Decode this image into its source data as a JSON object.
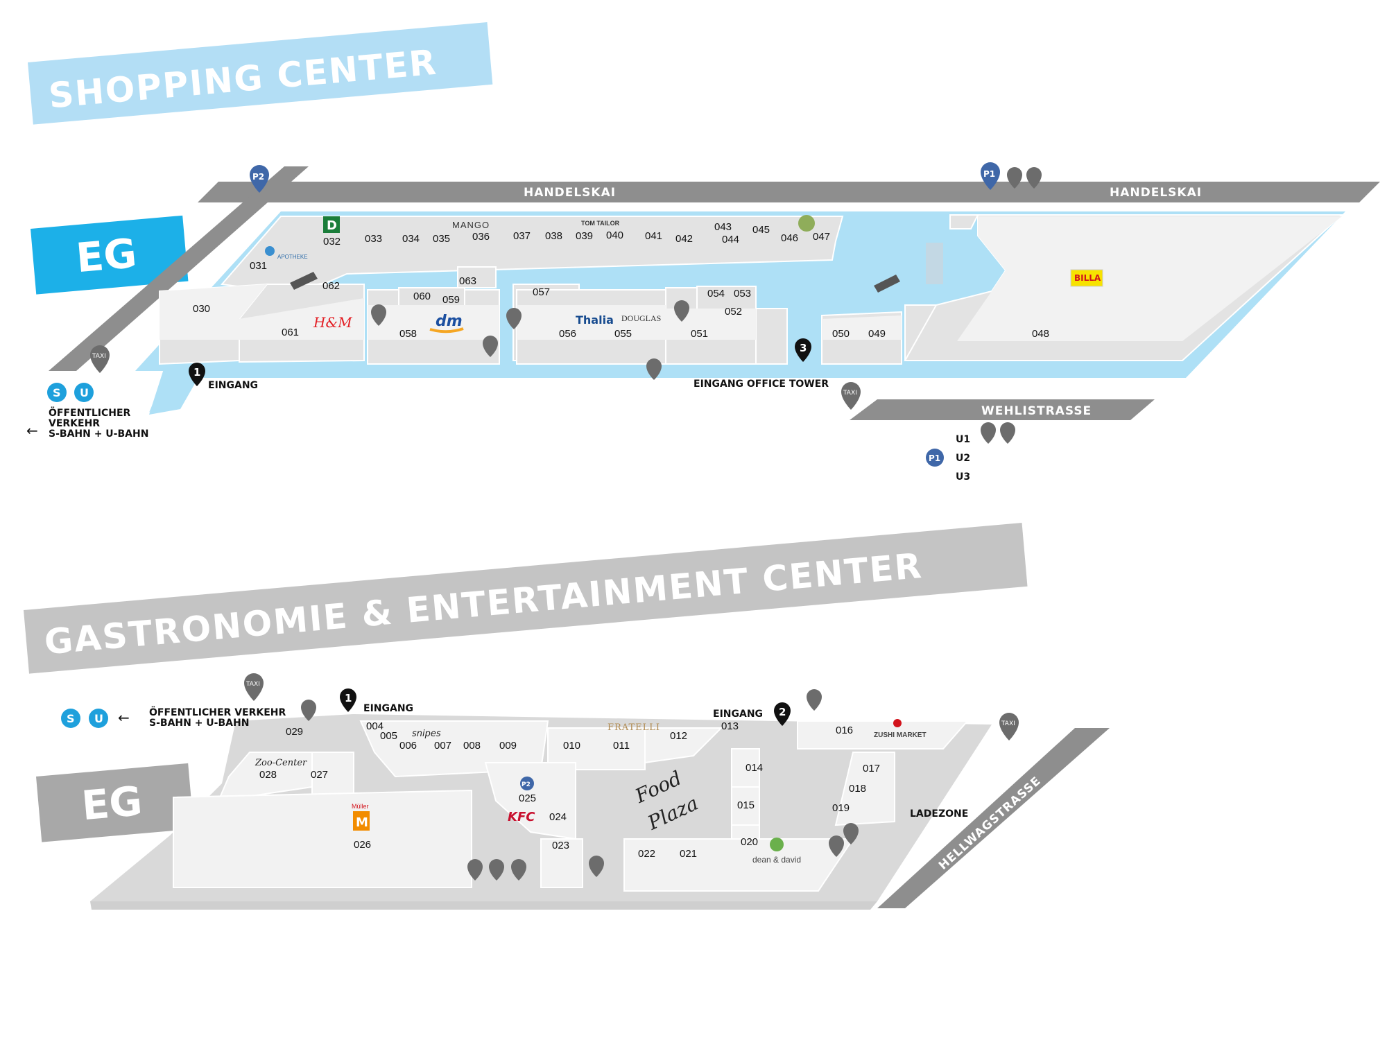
{
  "shopping": {
    "title": "SHOPPING CENTER",
    "floor": "EG",
    "roads": {
      "handelskai_left": "HANDELSKAI",
      "handelskai_right": "HANDELSKAI",
      "wehlistrasse": "WEHLISTRASSE"
    },
    "shops": [
      "030",
      "031",
      "032",
      "033",
      "034",
      "035",
      "036",
      "037",
      "038",
      "039",
      "040",
      "041",
      "042",
      "043",
      "044",
      "045",
      "046",
      "047",
      "048",
      "049",
      "050",
      "051",
      "052",
      "053",
      "054",
      "055",
      "056",
      "057",
      "058",
      "059",
      "060",
      "061",
      "062",
      "063"
    ],
    "brands": {
      "mango": "MANGO",
      "tomtailor": "TOM TAILOR",
      "thalia": "Thalia",
      "douglas": "DOUGLAS",
      "dm": "dm",
      "hm": "H&M",
      "billa": "BILLA",
      "apotheke": "APOTHEKE",
      "deichmann": "D"
    },
    "entrances": {
      "e1_num": "1",
      "e1_label": "EINGANG",
      "e3_num": "3",
      "e3_label": "EINGANG OFFICE TOWER"
    },
    "transit": {
      "line1": "ÖFFENTLICHER",
      "line2": "VERKEHR",
      "line3": "S-BAHN + U-BAHN",
      "s": "S",
      "u": "U"
    },
    "parking": {
      "p2": "P2",
      "p1": "P1",
      "levels": [
        "U1",
        "U2",
        "U3"
      ]
    },
    "taxi": "TAXI"
  },
  "gastro": {
    "title": "GASTRONOMIE & ENTERTAINMENT CENTER",
    "floor": "EG",
    "roads": {
      "hellwag": "HELLWAGSTRASSE",
      "ladezone": "LADEZONE"
    },
    "shops": [
      "004",
      "005",
      "006",
      "007",
      "008",
      "009",
      "010",
      "011",
      "012",
      "013",
      "014",
      "015",
      "016",
      "017",
      "018",
      "019",
      "020",
      "021",
      "022",
      "023",
      "024",
      "025",
      "026",
      "027",
      "028",
      "029"
    ],
    "brands": {
      "snipes": "snipes",
      "fratelli": "FRATELLI",
      "zushi": "ZUSHI MARKET",
      "kfc": "KFC",
      "muller": "Müller",
      "muller_m": "M",
      "zoo": "Zoo-Center",
      "dean": "dean & david",
      "food": "Food",
      "plaza": "Plaza"
    },
    "entrances": {
      "e1_num": "1",
      "e1_label": "EINGANG",
      "e2_num": "2",
      "e2_label": "EINGANG"
    },
    "transit": {
      "line1": "ÖFFENTLICHER VERKEHR",
      "line2": "S-BAHN + U-BAHN",
      "s": "S",
      "u": "U"
    },
    "parking": {
      "p2": "P2"
    },
    "taxi": "TAXI"
  },
  "colors": {
    "mall_blue": "#aee0f6",
    "banner_blue": "#b3def5",
    "eg_blue": "#1cb0e8",
    "road_grey": "#8e8e8e",
    "banner_grey": "#c4c4c4",
    "eg_grey": "#a8a8a8",
    "floor_grey": "#d9d9d9",
    "pin_grey": "#6c6c6c",
    "parking_blue": "#3f67a8"
  }
}
